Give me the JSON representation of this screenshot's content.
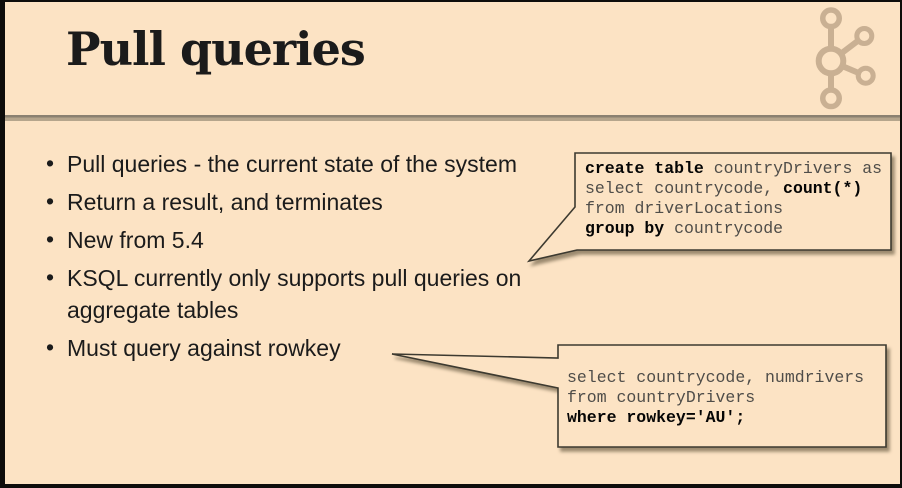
{
  "slide": {
    "title": "Pull queries",
    "bullets": [
      "Pull queries - the current state of the system",
      "Return a result, and terminates",
      "New from 5.4",
      "KSQL currently only supports pull queries on aggregate tables",
      "Must query against rowkey"
    ],
    "code_boxes": [
      {
        "name": "create-table-query",
        "lines": [
          [
            {
              "t": "create table",
              "b": true
            },
            {
              "t": " countryDrivers as",
              "b": false
            }
          ],
          [
            {
              "t": "select countrycode, ",
              "b": false
            },
            {
              "t": "count(*)",
              "b": true
            }
          ],
          [
            {
              "t": "from driverLocations",
              "b": false
            }
          ],
          [
            {
              "t": "group by",
              "b": true
            },
            {
              "t": " countrycode",
              "b": false
            }
          ]
        ]
      },
      {
        "name": "pull-query-example",
        "lines": [
          [
            {
              "t": "select countrycode, numdrivers",
              "b": false
            }
          ],
          [
            {
              "t": "from countryDrivers",
              "b": false
            }
          ],
          [
            {
              "t": "where rowkey='AU';",
              "b": true
            }
          ]
        ]
      }
    ],
    "logo_icon": "kafka-logo",
    "colors": {
      "bg": "#fce3c4",
      "text": "#1b1b1b",
      "frame": "#0e0d0b",
      "border": "#3d3a30",
      "code-muted": "#4f4d49",
      "logo": "#c9b093",
      "divider-dark": "#8b8171",
      "divider-light": "#b5a58c",
      "shadow": "rgba(104,90,66,0.65)"
    }
  }
}
